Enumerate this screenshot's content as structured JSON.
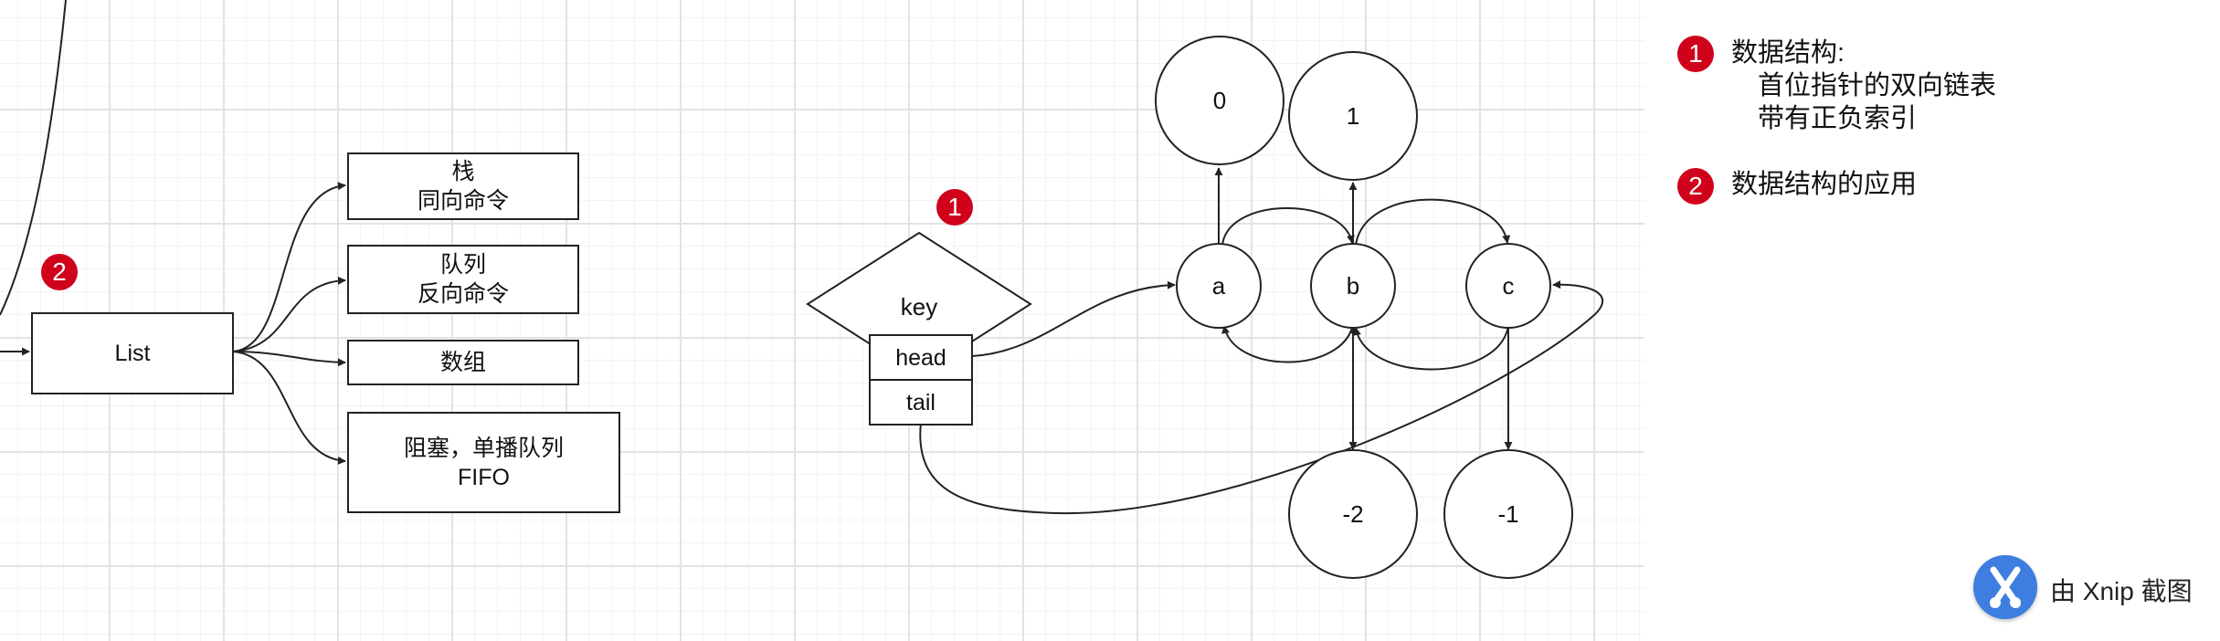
{
  "list_diagram": {
    "list_label": "List",
    "badge": "2",
    "branches": [
      {
        "line1": "栈",
        "line2": "同向命令"
      },
      {
        "line1": "队列",
        "line2": "反向命令"
      },
      {
        "line1": "数组",
        "line2": ""
      },
      {
        "line1": "阻塞，单播队列",
        "line2": "FIFO"
      }
    ]
  },
  "structure_diagram": {
    "badge": "1",
    "key_label": "key",
    "head_label": "head",
    "tail_label": "tail",
    "nodes": [
      "a",
      "b",
      "c"
    ],
    "positive_indexes": [
      "0",
      "1"
    ],
    "negative_indexes": [
      "-2",
      "-1"
    ]
  },
  "legend": [
    {
      "badge": "1",
      "title": "数据结构:",
      "lines": [
        "首位指针的双向链表",
        "带有正负索引"
      ]
    },
    {
      "badge": "2",
      "title": "数据结构的应用",
      "lines": []
    }
  ],
  "watermark": {
    "text": "由 Xnip 截图",
    "icon": "xnip-logo-icon"
  },
  "colors": {
    "badge": "#d0021b",
    "stroke": "#222222",
    "grid": "#e3e3e3",
    "watermark_icon": "#3d7ee0"
  }
}
